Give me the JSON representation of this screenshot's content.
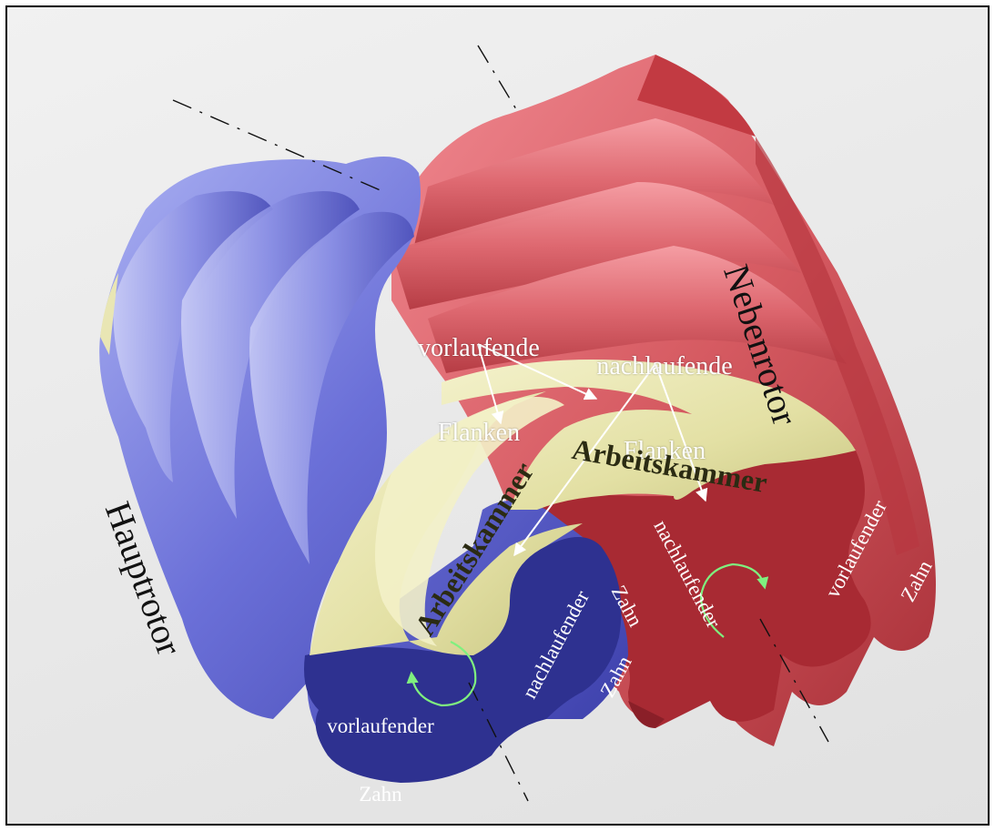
{
  "labels": {
    "nebenrotor": "Nebenrotor",
    "hauptrotor": "Hauptrotor",
    "leading_flanks": {
      "line1": "vorlaufende",
      "line2": "Flanken"
    },
    "trailing_flanks": {
      "line1": "nachlaufende",
      "line2": "Flanken"
    },
    "chamber_left": "Arbeitskammer",
    "chamber_right": "Arbeitskammer",
    "main_leading_tooth": {
      "line1": "vorlaufender",
      "line2": "Zahn"
    },
    "main_trailing_tooth": {
      "line1": "nachlaufender",
      "line2": "Zahn"
    },
    "gate_trailing_tooth": {
      "line1": "nachlaufender",
      "line2": "Zahn"
    },
    "gate_leading_tooth": {
      "line1": "vorlaufender",
      "line2": "Zahn"
    }
  },
  "colors": {
    "main_rotor": "#6b70d8",
    "main_rotor_face": "#2e3190",
    "gate_rotor": "#d65b62",
    "gate_rotor_face": "#a82a33",
    "chamber": "#e8e6b0",
    "rotation_arrow": "#7ff07f",
    "label_arrow": "#ffffff"
  }
}
